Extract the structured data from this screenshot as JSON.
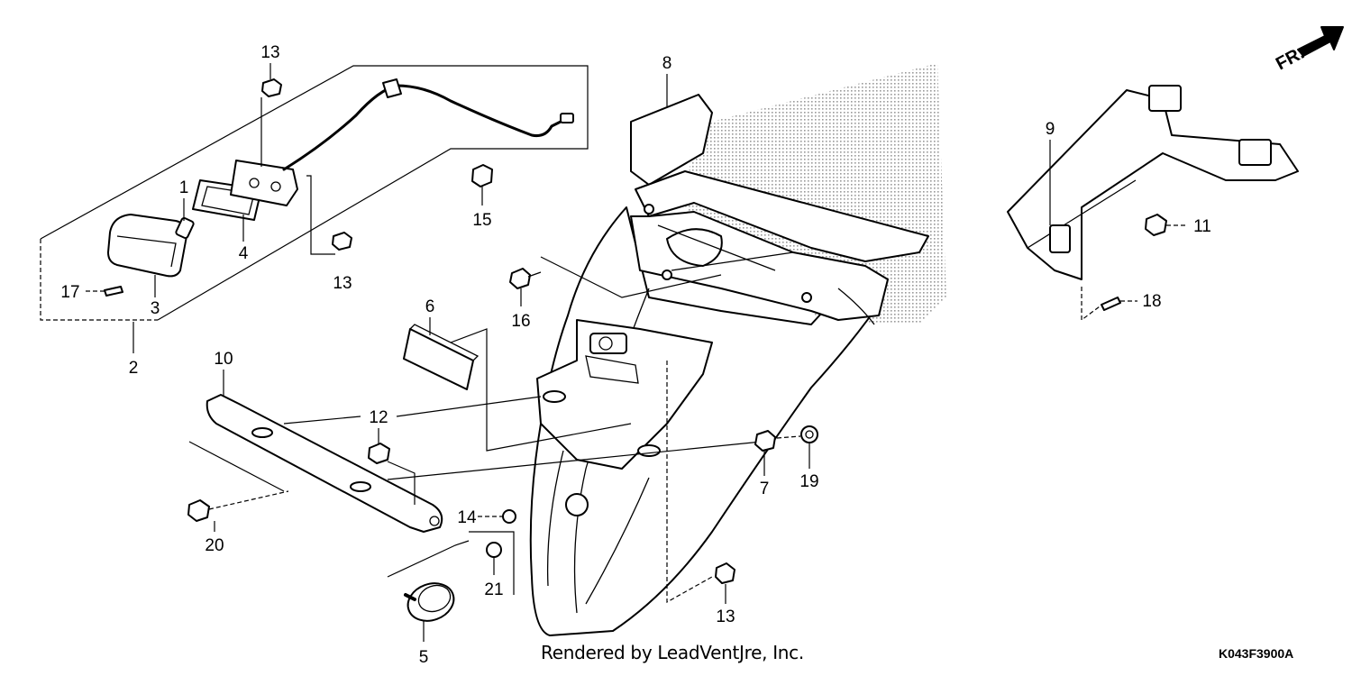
{
  "diagram": {
    "callouts": [
      "1",
      "2",
      "3",
      "4",
      "5",
      "6",
      "7",
      "8",
      "9",
      "10",
      "11",
      "12",
      "13",
      "14",
      "15",
      "16",
      "17",
      "18",
      "19",
      "20",
      "21"
    ],
    "direction_label": "FR.",
    "credit": "Rendered by LeadVentJre, Inc.",
    "figure_code": "K043F3900A"
  },
  "colors": {
    "line": "#000000",
    "background": "#ffffff",
    "shading": "#bdbdbd"
  }
}
